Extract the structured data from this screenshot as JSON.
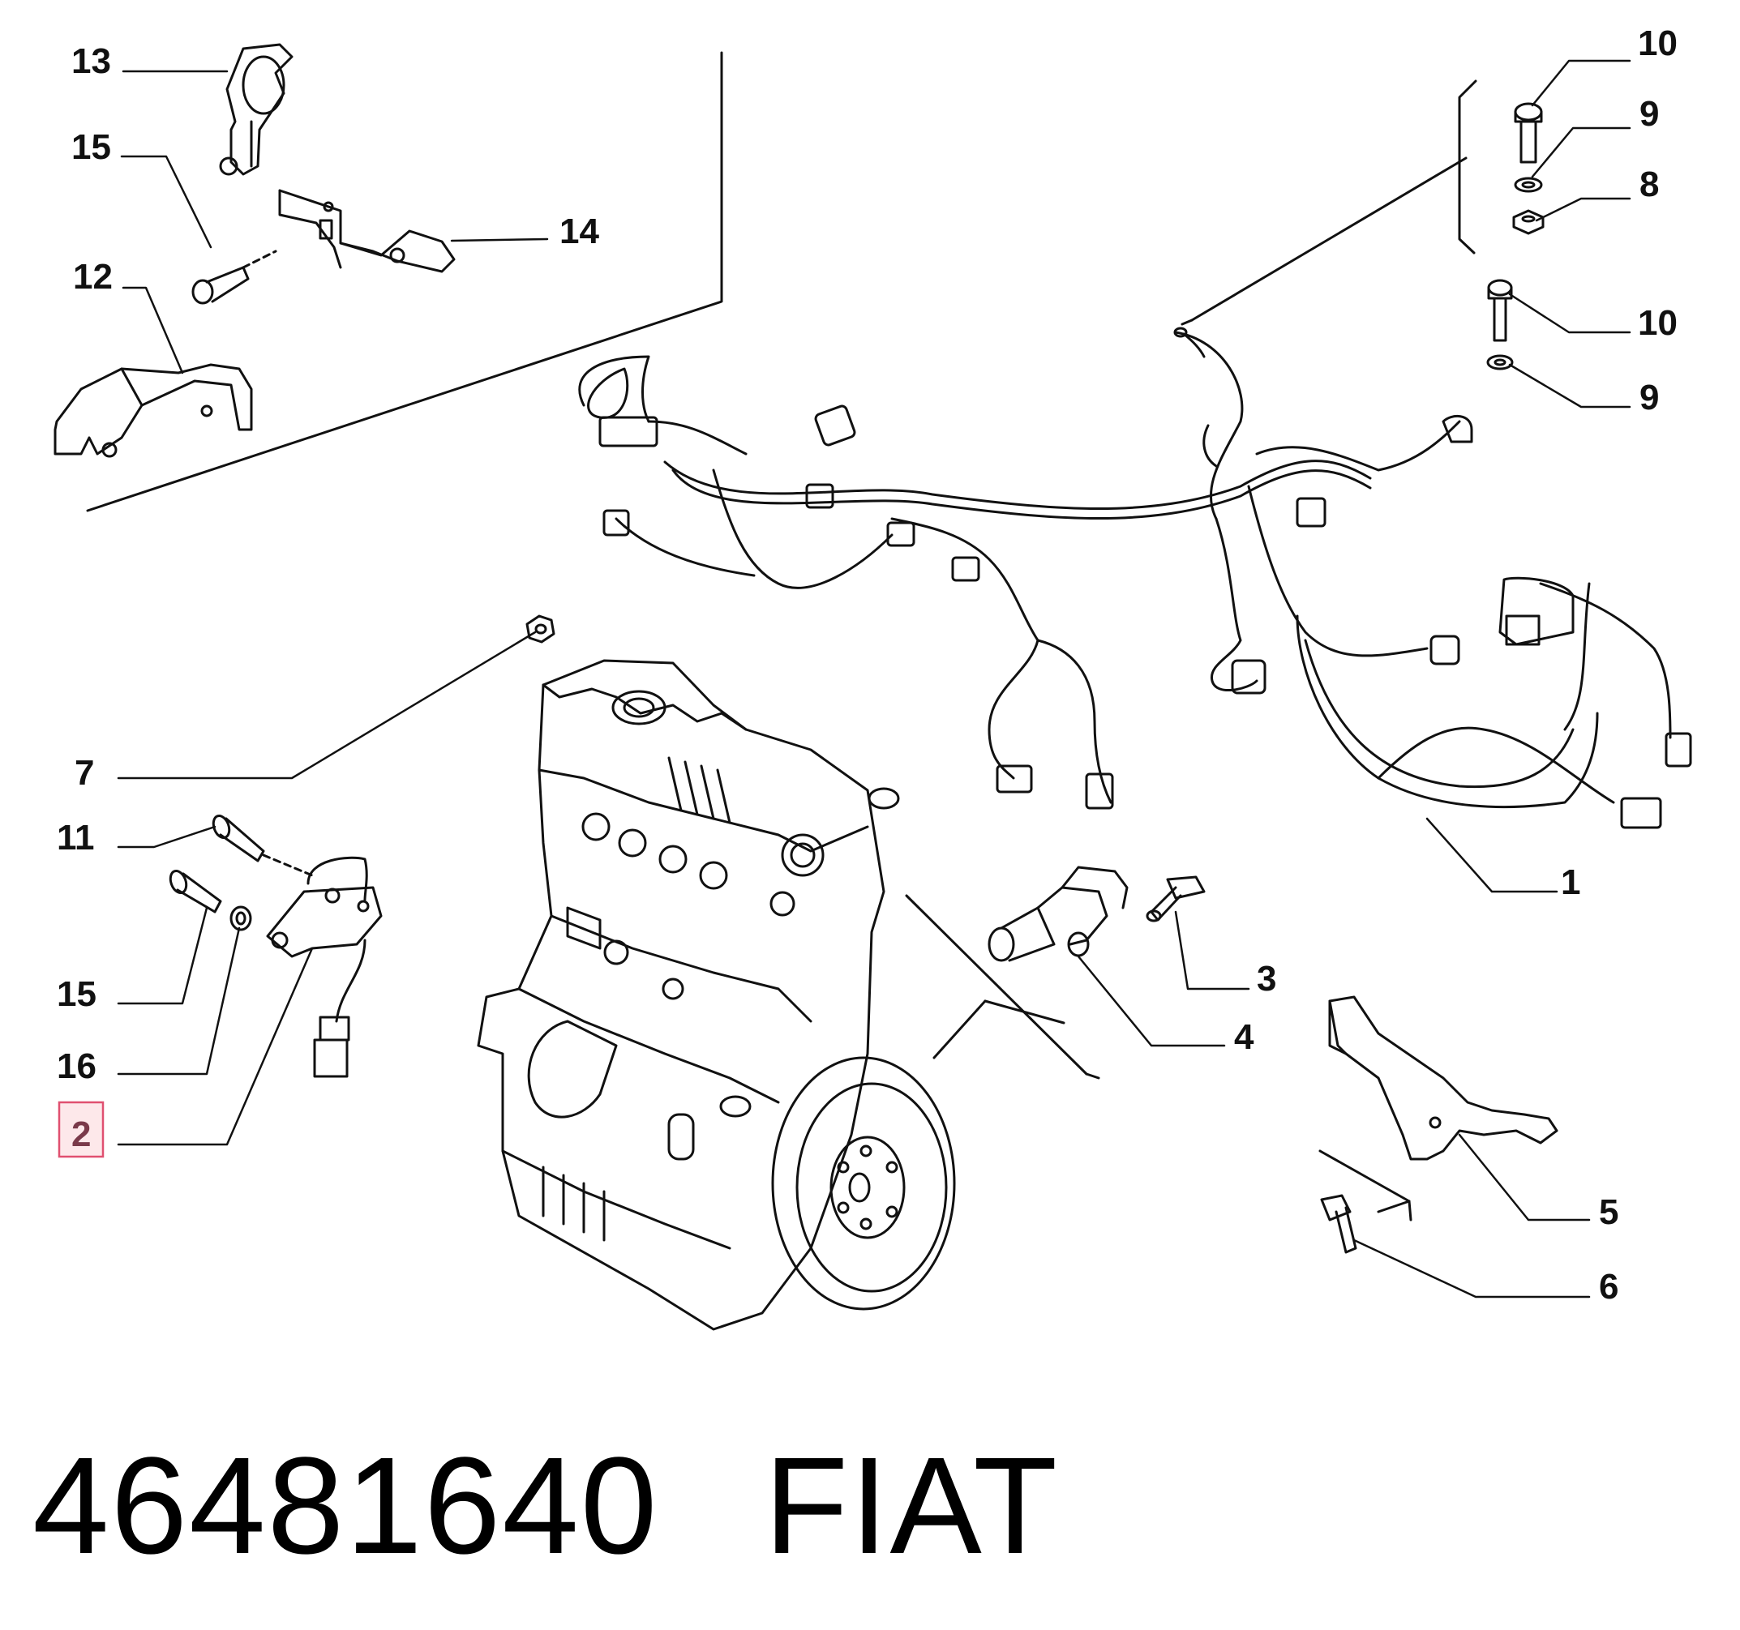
{
  "diagram": {
    "callouts": [
      "13",
      "15",
      "14",
      "12",
      "10",
      "9",
      "8",
      "10",
      "9",
      "7",
      "11",
      "15",
      "16",
      "2",
      "1",
      "3",
      "4",
      "5",
      "6"
    ],
    "highlighted_callout": "2",
    "highlight_color": "#e05070",
    "line_color": "#111111"
  },
  "caption": {
    "part_number": "46481640",
    "brand": "FIAT"
  }
}
